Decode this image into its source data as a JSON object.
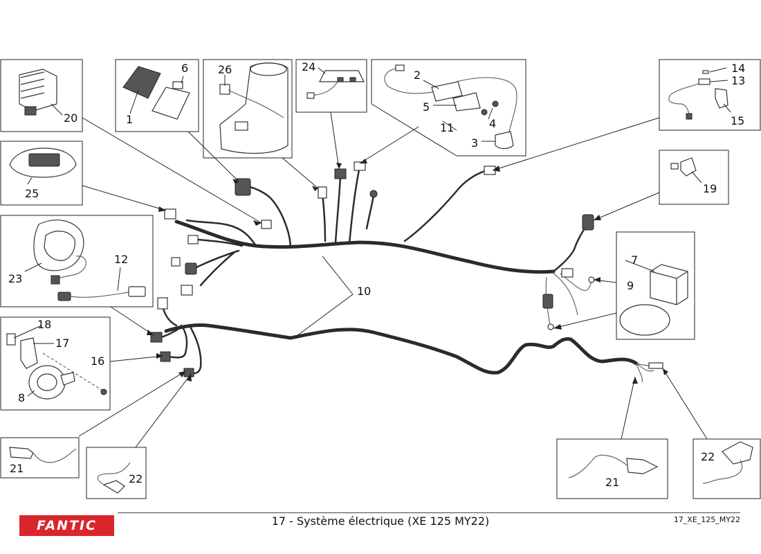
{
  "parts": {
    "p1": "1",
    "p2": "2",
    "p3": "3",
    "p4": "4",
    "p5": "5",
    "p6": "6",
    "p7": "7",
    "p8": "8",
    "p9": "9",
    "p10": "10",
    "p11": "11",
    "p12": "12",
    "p13": "13",
    "p14": "14",
    "p15": "15",
    "p16": "16",
    "p17": "17",
    "p18": "18",
    "p19": "19",
    "p20": "20",
    "p21": "21",
    "p22": "22",
    "p23": "23",
    "p24": "24",
    "p25": "25",
    "p26": "26"
  },
  "footer": {
    "title": "17 - Système électrique (XE 125 MY22)",
    "code": "17_XE_125_MY22",
    "brand": "FANTIC",
    "brand_color": "#d9262d"
  }
}
